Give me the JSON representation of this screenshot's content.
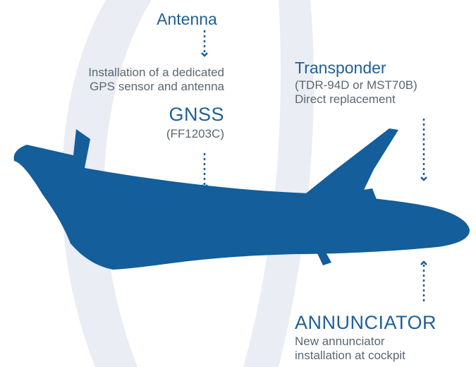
{
  "colors": {
    "aircraft": "#135e9b",
    "arrow": "#135e9b",
    "title": "#1f5f99",
    "body_text": "#5a6772",
    "background_swirl": "#eaedf3"
  },
  "callouts": {
    "antenna": {
      "title": "Antenna",
      "description_lines": [
        "Installation of a dedicated",
        "GPS sensor and antenna"
      ]
    },
    "gnss": {
      "title": "GNSS",
      "subtitle": "(FF1203C)"
    },
    "transponder": {
      "title": "Transponder",
      "description_lines": [
        "(TDR-94D or MST70B)",
        "Direct replacement"
      ]
    },
    "annunciator": {
      "title": "ANNUNCIATOR",
      "description_lines": [
        "New annunciator",
        "installation at cockpit"
      ]
    }
  },
  "graphics": {
    "aircraft_icon": "turboprop-airliner-silhouette",
    "arrow_icon": "dotted-arrow"
  }
}
